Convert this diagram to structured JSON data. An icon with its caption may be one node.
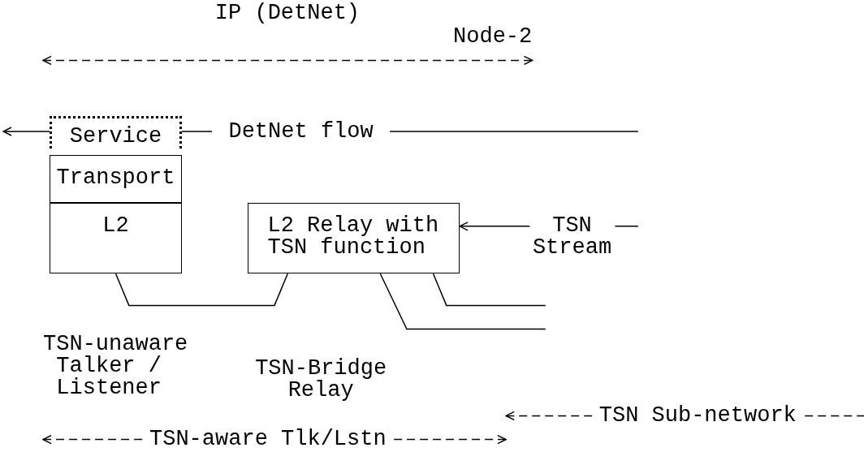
{
  "diagram": {
    "nodes": [
      {
        "text": [
          "Service"
        ]
      },
      {
        "text": [
          "Transport"
        ]
      },
      {
        "text": [
          "L2"
        ]
      },
      {
        "text": [
          "L2 Relay with TSN function"
        ]
      }
    ],
    "edges": [
      {
        "from": 0,
        "to": null,
        "arrow": "to"
      },
      {
        "from": 0,
        "to": null,
        "arrow": "none",
        "label": "DetNet flow"
      },
      {
        "from": null,
        "to": 3,
        "arrow": "to",
        "label": "TSN Stream"
      },
      {
        "from": 2,
        "to": 3,
        "arrow": "none"
      },
      {
        "from": 3,
        "to": null,
        "arrow": "none"
      },
      {
        "from": 3,
        "to": null,
        "arrow": "none"
      }
    ],
    "labels": [
      "IP (DetNet)",
      "Node-2",
      "TSN-unaware Talker / Listener",
      "TSN-Bridge Relay",
      "TSN Sub-network",
      "TSN-aware Tlk/Lstn"
    ]
  }
}
